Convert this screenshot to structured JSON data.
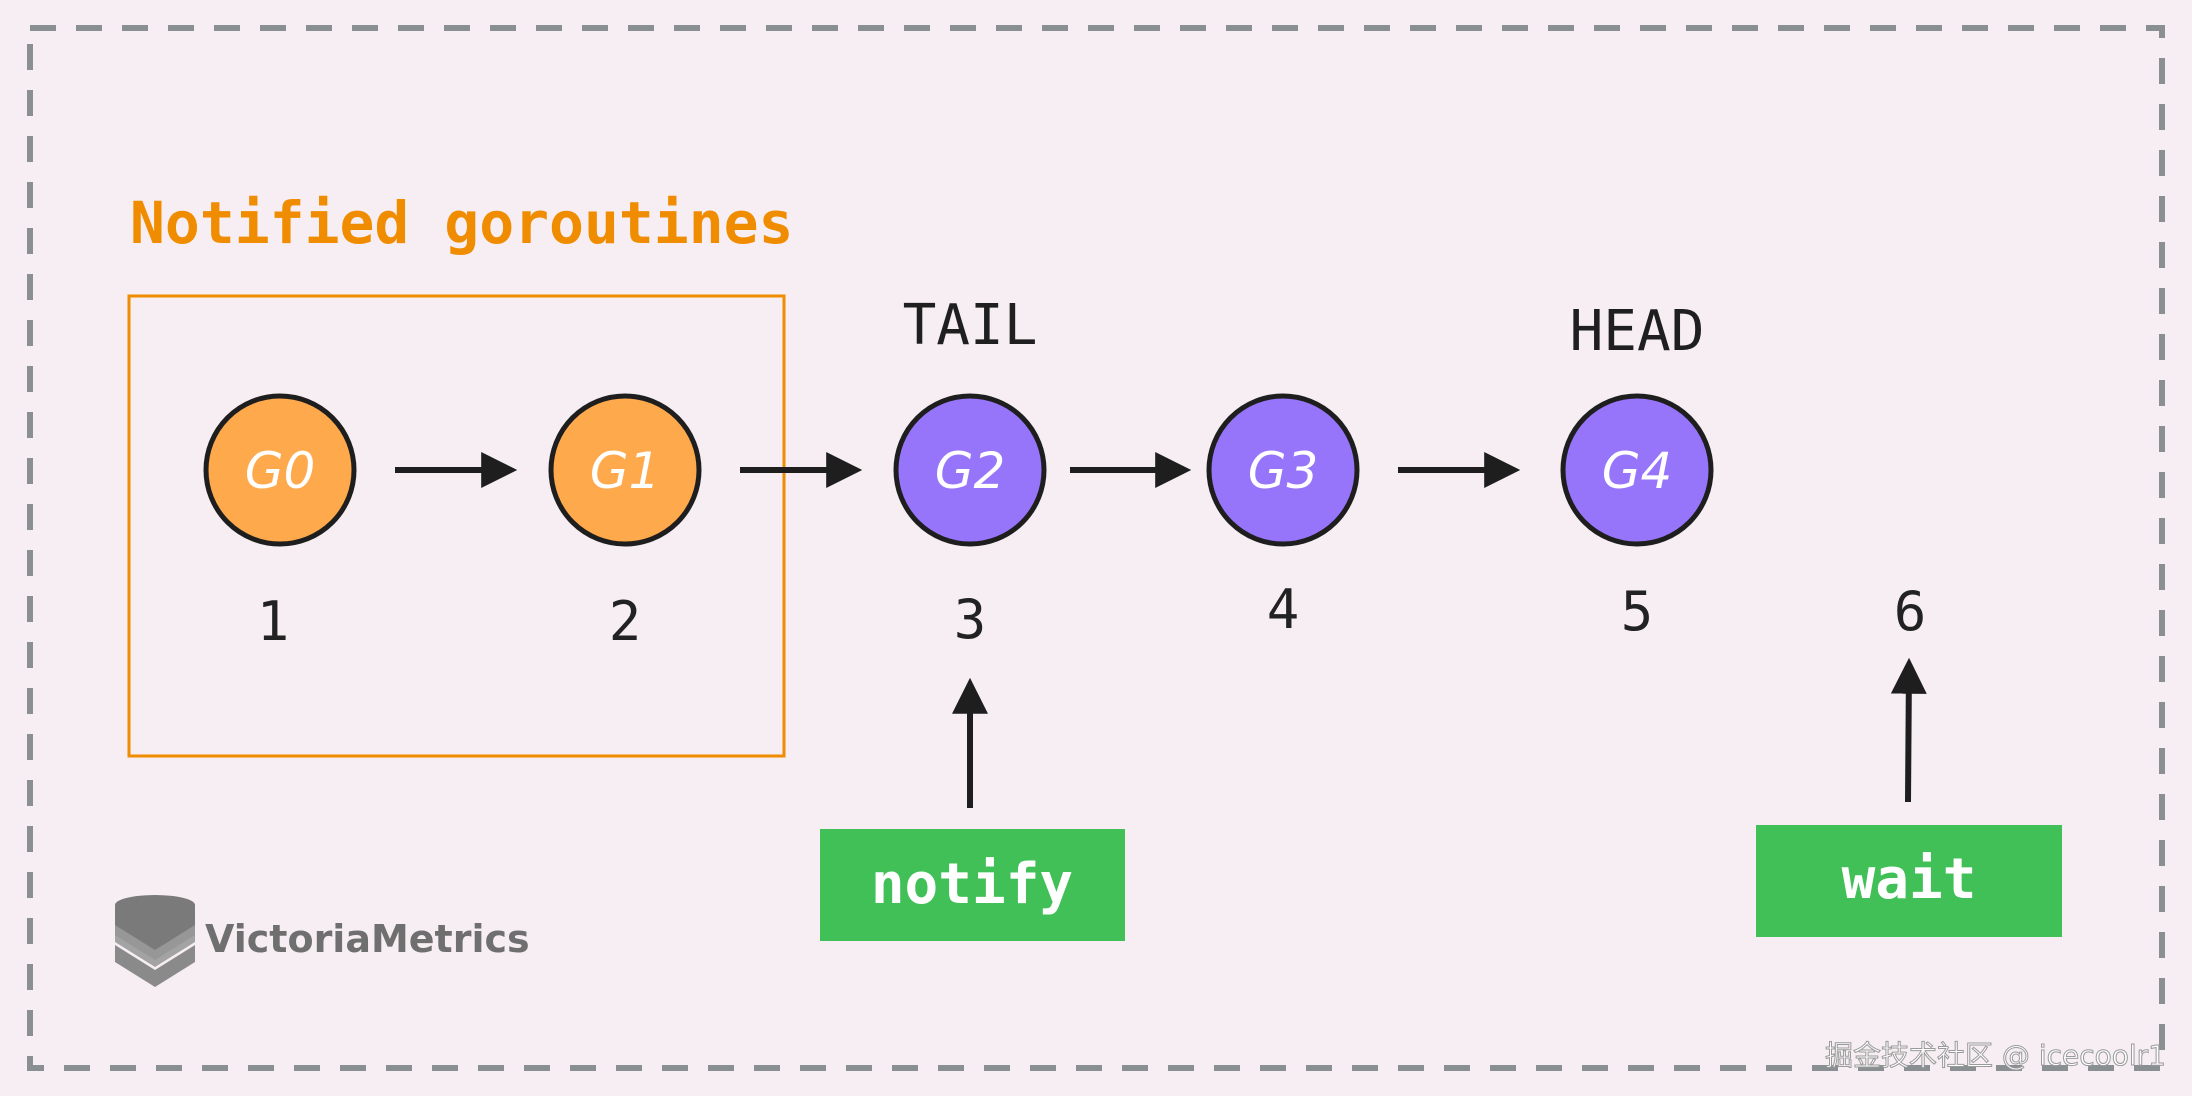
{
  "colors": {
    "background": "#f6eef2",
    "frame_dash": "#8a9092",
    "notified_orange": "#ffa94d",
    "notified_box": "#f08c00",
    "pending_purple": "#9775fa",
    "node_stroke": "#1e1e1e",
    "arrow": "#1e1e1e",
    "op_green": "#40c057",
    "logo_gray": "#6f6f6f"
  },
  "group": {
    "title": "Notified goroutines"
  },
  "nodes": [
    {
      "label": "G0",
      "index": "1",
      "state": "notified"
    },
    {
      "label": "G1",
      "index": "2",
      "state": "notified"
    },
    {
      "label": "G2",
      "index": "3",
      "state": "pending"
    },
    {
      "label": "G3",
      "index": "4",
      "state": "pending"
    },
    {
      "label": "G4",
      "index": "5",
      "state": "pending"
    }
  ],
  "extra_index": "6",
  "pointers": {
    "tail": "TAIL",
    "head": "HEAD"
  },
  "operations": {
    "notify": "notify",
    "wait": "wait"
  },
  "logo": {
    "icon": "victoriametrics-logo-icon",
    "text": "VictoriaMetrics"
  },
  "watermark": {
    "text": "掘金技术社区 @ icecoolr1"
  }
}
